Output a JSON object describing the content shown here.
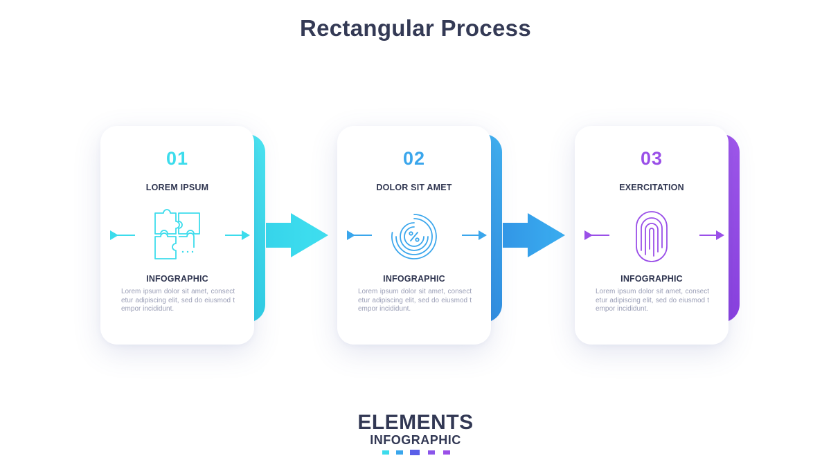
{
  "title": "Rectangular Process",
  "steps": [
    {
      "number": "01",
      "heading": "LOREM IPSUM",
      "icon": "puzzle-icon",
      "label": "INFOGRAPHIC",
      "description": "Lorem ipsum dolor sit amet, consectetur adipiscing elit, sed do eiusmod tempor incididunt.",
      "color": "#3cdcec"
    },
    {
      "number": "02",
      "heading": "DOLOR SIT AMET",
      "icon": "percent-circle-icon",
      "label": "INFOGRAPHIC",
      "description": "Lorem ipsum dolor sit amet, consectetur adipiscing elit, sed do eiusmod tempor incididunt.",
      "color": "#3aa6ec"
    },
    {
      "number": "03",
      "heading": "EXERCITATION",
      "icon": "fingerprint-icon",
      "label": "INFOGRAPHIC",
      "description": "Lorem ipsum dolor sit amet, consectetur adipiscing elit, sed do eiusmod tempor incididunt.",
      "color": "#9a4fe8"
    }
  ],
  "logo": {
    "line1": "ELEMENTS",
    "line2": "INFOGRAPHIC",
    "dot_colors": [
      "#3cdcec",
      "#3aa6ec",
      "#5a5fe8",
      "#8a55ea",
      "#9a4fe8"
    ]
  }
}
